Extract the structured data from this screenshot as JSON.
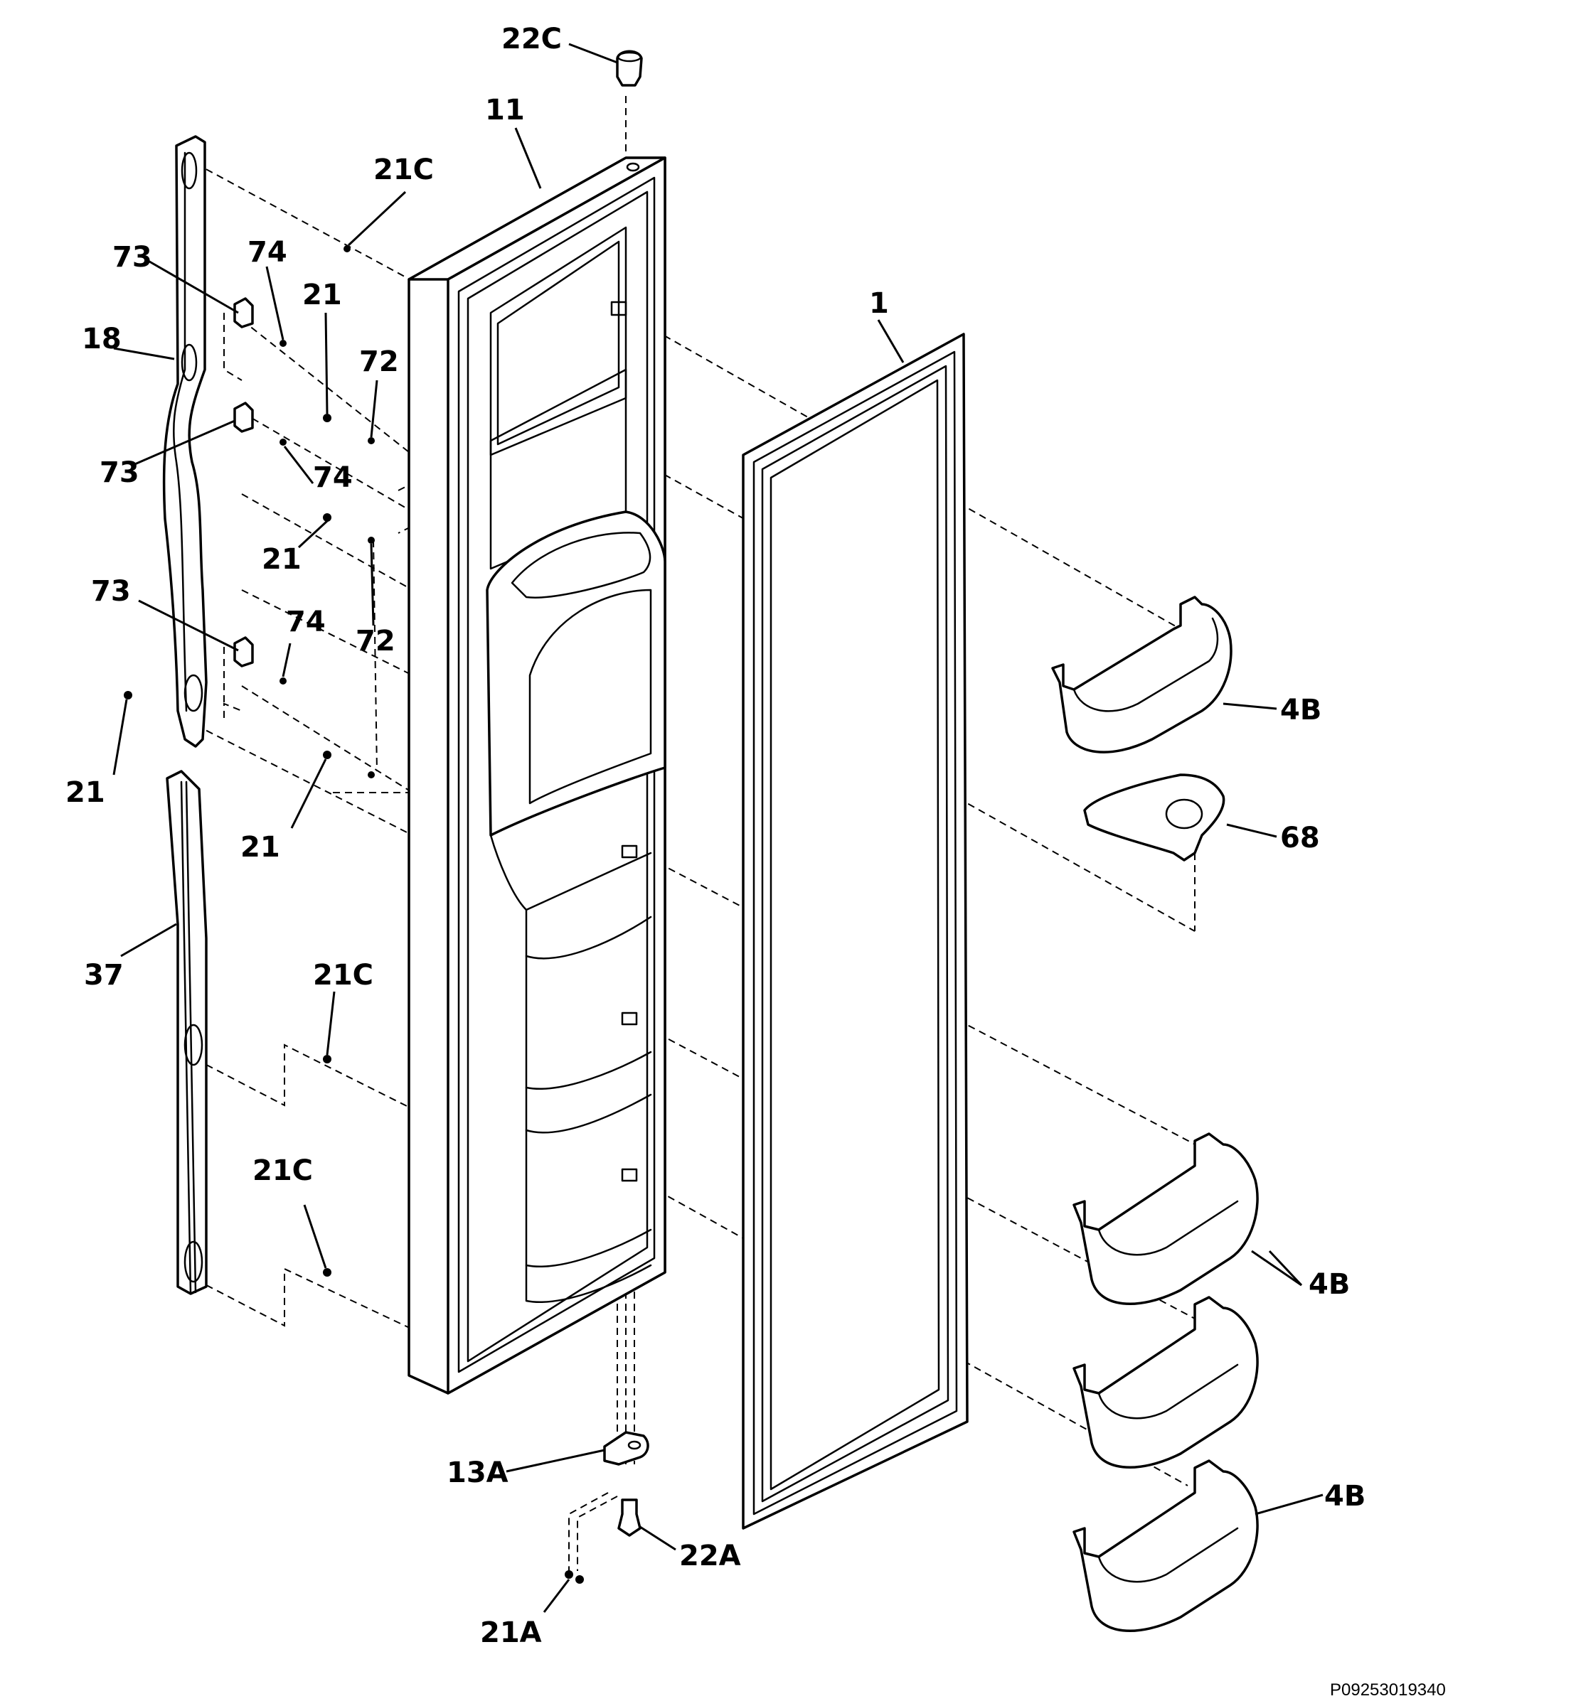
{
  "diagram": {
    "type": "exploded-parts-view",
    "callouts": {
      "c22C_top": "22C",
      "c11": "11",
      "c21C_a": "21C",
      "c73_a": "73",
      "c74_a": "74",
      "c21_a": "21",
      "c72_a": "72",
      "c18": "18",
      "c1": "1",
      "c73_b": "73",
      "c74_b": "74",
      "c21_b": "21",
      "c73_c": "73",
      "c74_c": "74",
      "c72_b": "72",
      "c4B_a": "4B",
      "c21_c": "21",
      "c21_d": "21",
      "c68": "68",
      "c37": "37",
      "c21C_b": "21C",
      "c21C_c": "21C",
      "c4B_b": "4B",
      "c13A": "13A",
      "c4B_c": "4B",
      "c22A": "22A",
      "c21A": "21A"
    },
    "drawing_code": "P09253019340"
  }
}
